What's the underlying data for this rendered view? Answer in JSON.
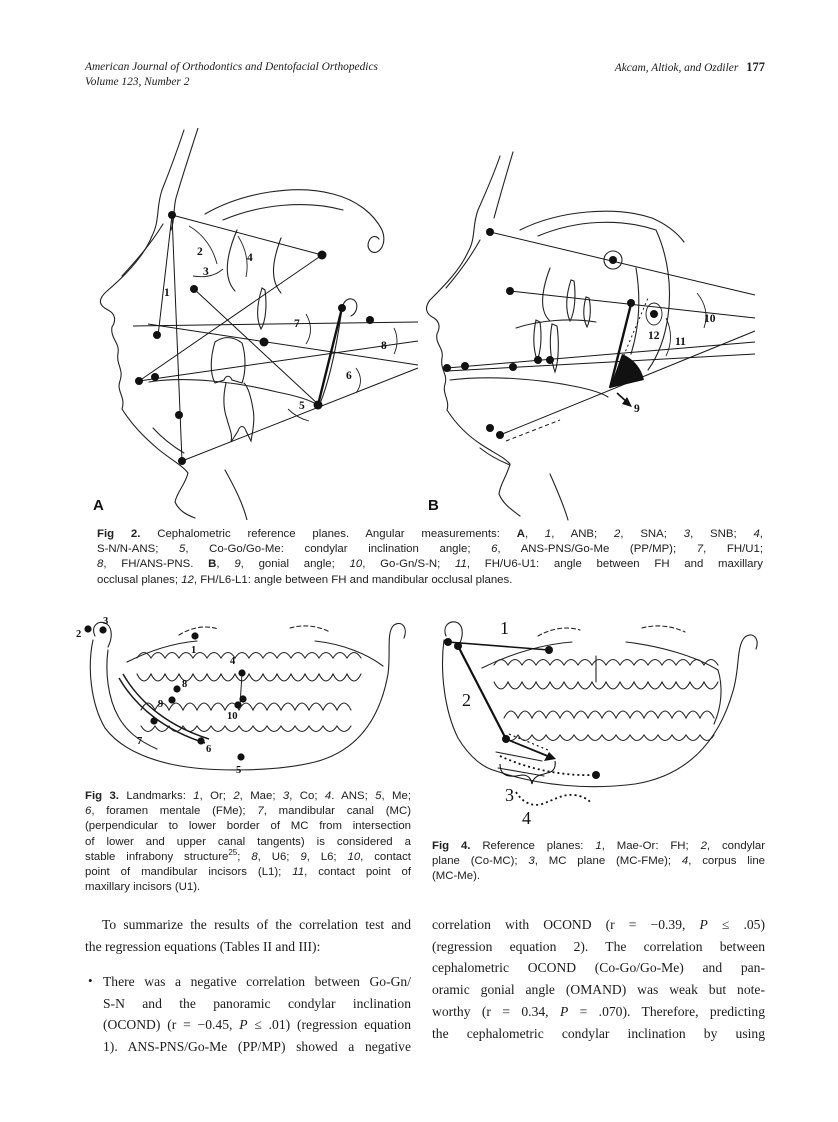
{
  "header": {
    "journal_title": "American Journal of Orthodontics and Dentofacial Orthopedics",
    "volume_line": "Volume 123, Number 2",
    "authors": "Akcam, Altiok, and Ozdiler",
    "page_number": "177"
  },
  "fig2": {
    "panel_a_label": "A",
    "panel_b_label": "B",
    "angle_labels_a": [
      "1",
      "2",
      "3",
      "4",
      "5",
      "6",
      "7",
      "8"
    ],
    "angle_labels_b": [
      "9",
      "10",
      "11",
      "12"
    ],
    "caption_lines": [
      {
        "j": true,
        "seg": [
          {
            "t": "Fig 2.",
            "s": "b"
          },
          {
            "t": " Cephalometric reference planes. Angular measurements: ",
            "s": "n"
          },
          {
            "t": "A",
            "s": "b"
          },
          {
            "t": ", ",
            "s": "n"
          },
          {
            "t": "1",
            "s": "i"
          },
          {
            "t": ", ANB; ",
            "s": "n"
          },
          {
            "t": "2",
            "s": "i"
          },
          {
            "t": ", SNA; ",
            "s": "n"
          },
          {
            "t": "3",
            "s": "i"
          },
          {
            "t": ", SNB; ",
            "s": "n"
          },
          {
            "t": "4",
            "s": "i"
          },
          {
            "t": ",",
            "s": "n"
          }
        ]
      },
      {
        "j": true,
        "seg": [
          {
            "t": "S-N/N-ANS; ",
            "s": "n"
          },
          {
            "t": "5",
            "s": "i"
          },
          {
            "t": ", Co-Go/Go-Me: condylar inclination angle; ",
            "s": "n"
          },
          {
            "t": "6",
            "s": "i"
          },
          {
            "t": ", ANS-PNS/Go-Me (PP/MP); ",
            "s": "n"
          },
          {
            "t": "7",
            "s": "i"
          },
          {
            "t": ", FH/U1;",
            "s": "n"
          }
        ]
      },
      {
        "j": true,
        "seg": [
          {
            "t": "8",
            "s": "i"
          },
          {
            "t": ", FH/ANS-PNS. ",
            "s": "n"
          },
          {
            "t": "B",
            "s": "b"
          },
          {
            "t": ", ",
            "s": "n"
          },
          {
            "t": "9",
            "s": "i"
          },
          {
            "t": ", gonial angle; ",
            "s": "n"
          },
          {
            "t": "10",
            "s": "i"
          },
          {
            "t": ", Go-Gn/S-N; ",
            "s": "n"
          },
          {
            "t": "11",
            "s": "i"
          },
          {
            "t": ", FH/U6-U1: angle between FH and maxillary",
            "s": "n"
          }
        ]
      },
      {
        "seg": [
          {
            "t": "occlusal planes; ",
            "s": "n"
          },
          {
            "t": "12",
            "s": "i"
          },
          {
            "t": ", FH/L6-L1: angle between FH and mandibular occlusal planes.",
            "s": "n"
          }
        ]
      }
    ]
  },
  "fig3": {
    "landmark_labels": [
      "1",
      "2",
      "3",
      "4",
      "5",
      "6",
      "7",
      "8",
      "9",
      "10"
    ],
    "caption_lines": [
      {
        "j": true,
        "seg": [
          {
            "t": "Fig 3.",
            "s": "b"
          },
          {
            "t": " Landmarks: ",
            "s": "n"
          },
          {
            "t": "1",
            "s": "i"
          },
          {
            "t": ", Or; ",
            "s": "n"
          },
          {
            "t": "2",
            "s": "i"
          },
          {
            "t": ", Mae; ",
            "s": "n"
          },
          {
            "t": "3",
            "s": "i"
          },
          {
            "t": ", Co; ",
            "s": "n"
          },
          {
            "t": "4",
            "s": "i"
          },
          {
            "t": ". ANS; ",
            "s": "n"
          },
          {
            "t": "5",
            "s": "i"
          },
          {
            "t": ", Me;",
            "s": "n"
          }
        ]
      },
      {
        "j": true,
        "seg": [
          {
            "t": "6",
            "s": "i"
          },
          {
            "t": ", foramen mentale (FMe); ",
            "s": "n"
          },
          {
            "t": "7",
            "s": "i"
          },
          {
            "t": ", mandibular canal (MC)",
            "s": "n"
          }
        ]
      },
      {
        "j": true,
        "seg": [
          {
            "t": "(perpendicular to lower border of MC from intersection",
            "s": "n"
          }
        ]
      },
      {
        "j": true,
        "seg": [
          {
            "t": "of lower and upper canal tangents) is considered a",
            "s": "n"
          }
        ]
      },
      {
        "j": true,
        "seg": [
          {
            "t": "stable infrabony structure",
            "s": "n"
          },
          {
            "t": "25",
            "s": "sup"
          },
          {
            "t": "; ",
            "s": "n"
          },
          {
            "t": "8",
            "s": "i"
          },
          {
            "t": ", U6; ",
            "s": "n"
          },
          {
            "t": "9",
            "s": "i"
          },
          {
            "t": ", L6; ",
            "s": "n"
          },
          {
            "t": "10",
            "s": "i"
          },
          {
            "t": ", contact",
            "s": "n"
          }
        ]
      },
      {
        "j": true,
        "seg": [
          {
            "t": "point of mandibular incisors (L1); ",
            "s": "n"
          },
          {
            "t": "11",
            "s": "i"
          },
          {
            "t": ", contact point of",
            "s": "n"
          }
        ]
      },
      {
        "seg": [
          {
            "t": "maxillary incisors (U1).",
            "s": "n"
          }
        ]
      }
    ]
  },
  "fig4": {
    "plane_labels": [
      "1",
      "2",
      "3",
      "4"
    ],
    "caption_lines": [
      {
        "j": true,
        "seg": [
          {
            "t": "Fig 4.",
            "s": "b"
          },
          {
            "t": " Reference planes: ",
            "s": "n"
          },
          {
            "t": "1",
            "s": "i"
          },
          {
            "t": ", Mae-Or: FH; ",
            "s": "n"
          },
          {
            "t": "2",
            "s": "i"
          },
          {
            "t": ", condylar",
            "s": "n"
          }
        ]
      },
      {
        "j": true,
        "seg": [
          {
            "t": "plane (Co-MC); ",
            "s": "n"
          },
          {
            "t": "3",
            "s": "i"
          },
          {
            "t": ", MC plane (MC-FMe); ",
            "s": "n"
          },
          {
            "t": "4",
            "s": "i"
          },
          {
            "t": ", corpus line",
            "s": "n"
          }
        ]
      },
      {
        "seg": [
          {
            "t": "(MC-Me).",
            "s": "n"
          }
        ]
      }
    ]
  },
  "body": {
    "bullet_marker": "•",
    "left_column_lines": [
      {
        "j": true,
        "ind": true,
        "seg": [
          {
            "t": "To summarize the results of the correlation test and",
            "s": "n"
          }
        ]
      },
      {
        "seg": [
          {
            "t": "the regression equations (Tables II and III):",
            "s": "n"
          }
        ]
      }
    ],
    "bullet_lines": [
      {
        "j": true,
        "seg": [
          {
            "t": "There was a negative correlation between Go-Gn/",
            "s": "n"
          }
        ]
      },
      {
        "j": true,
        "seg": [
          {
            "t": "S-N and the panoramic condylar inclination",
            "s": "n"
          }
        ]
      },
      {
        "j": true,
        "seg": [
          {
            "t": "(OCOND) (r = −0.45, ",
            "s": "n"
          },
          {
            "t": "P",
            "s": "i"
          },
          {
            "t": " ≤ .01) (regression equation",
            "s": "n"
          }
        ]
      },
      {
        "j": true,
        "seg": [
          {
            "t": "1). ANS-PNS/Go-Me (PP/MP) showed a negative",
            "s": "n"
          }
        ]
      }
    ],
    "right_column_lines": [
      {
        "j": true,
        "seg": [
          {
            "t": "correlation with OCOND (r = −0.39, ",
            "s": "n"
          },
          {
            "t": "P",
            "s": "i"
          },
          {
            "t": " ≤ .05)",
            "s": "n"
          }
        ]
      },
      {
        "j": true,
        "seg": [
          {
            "t": "(regression equation 2). The correlation between",
            "s": "n"
          }
        ]
      },
      {
        "j": true,
        "seg": [
          {
            "t": "cephalometric OCOND (Co-Go/Go-Me) and pan-",
            "s": "n"
          }
        ]
      },
      {
        "j": true,
        "seg": [
          {
            "t": "oramic gonial angle (OMAND) was weak but note-",
            "s": "n"
          }
        ]
      },
      {
        "j": true,
        "seg": [
          {
            "t": "worthy (r = 0.34, ",
            "s": "n"
          },
          {
            "t": "P",
            "s": "i"
          },
          {
            "t": " = .070). Therefore, predicting",
            "s": "n"
          }
        ]
      },
      {
        "j": true,
        "seg": [
          {
            "t": "the cephalometric condylar inclination by using",
            "s": "n"
          }
        ]
      }
    ]
  },
  "colors": {
    "ink": "#1b1b1b",
    "paper": "#ffffff"
  }
}
